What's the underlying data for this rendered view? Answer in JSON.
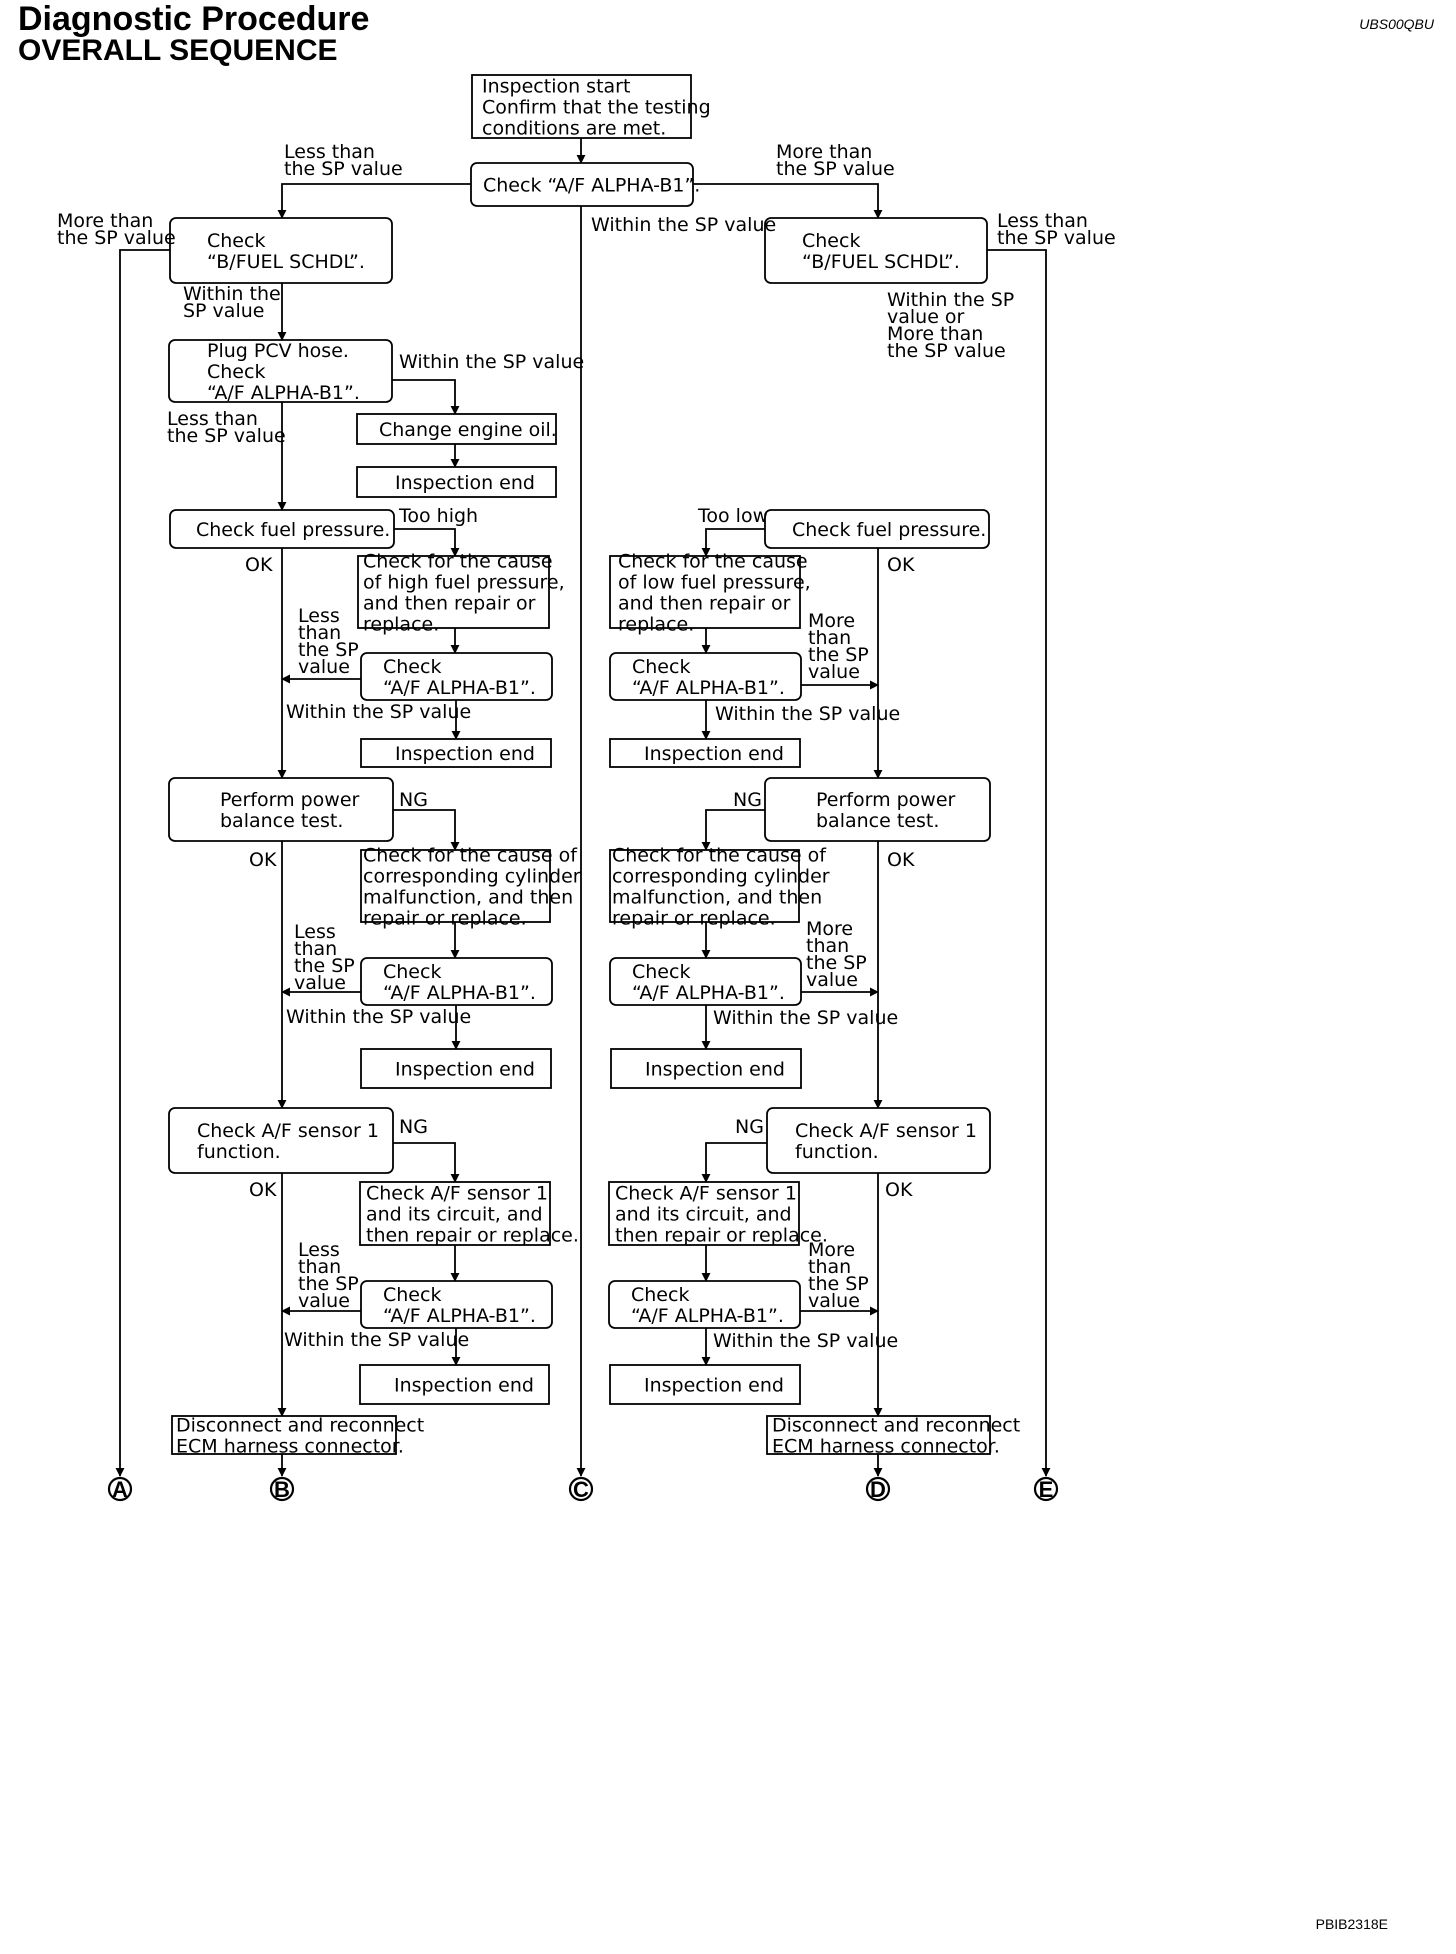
{
  "header": {
    "title": "Diagnostic Procedure",
    "subtitle": "OVERALL SEQUENCE",
    "doc_code": "UBS00QBU"
  },
  "footer": {
    "figure_code": "PBIB2318E"
  },
  "nodes": {
    "start": [
      "Inspection start",
      "Confirm that the testing",
      "conditions are met."
    ],
    "check_alpha_top": [
      "Check “A/F ALPHA-B1”."
    ],
    "l_bfuel": [
      "Check",
      "“B/FUEL SCHDL”."
    ],
    "r_bfuel": [
      "Check",
      "“B/FUEL SCHDL”."
    ],
    "l_pcv": [
      "Plug PCV hose.",
      "Check",
      "“A/F ALPHA-B1”."
    ],
    "change_oil": [
      "Change engine oil."
    ],
    "end_oil": [
      "Inspection end"
    ],
    "l_fuel_press": [
      "Check fuel pressure."
    ],
    "r_fuel_press": [
      "Check fuel pressure."
    ],
    "l_high_fp": [
      "Check for the cause",
      "of high fuel pressure,",
      "and then repair or",
      "replace."
    ],
    "r_low_fp": [
      "Check for the cause",
      "of low fuel pressure,",
      "and then repair or",
      "replace."
    ],
    "l_alpha_1": [
      "Check",
      "“A/F ALPHA-B1”."
    ],
    "r_alpha_1": [
      "Check",
      "“A/F ALPHA-B1”."
    ],
    "l_end_1": [
      "Inspection end"
    ],
    "r_end_1": [
      "Inspection end"
    ],
    "l_power": [
      "Perform power",
      "balance test."
    ],
    "r_power": [
      "Perform power",
      "balance test."
    ],
    "l_cyl": [
      "Check for the cause of",
      "corresponding cylinder",
      "malfunction, and then",
      "repair or replace."
    ],
    "r_cyl": [
      "Check for the cause of",
      "corresponding cylinder",
      "malfunction, and then",
      "repair or replace."
    ],
    "l_alpha_2": [
      "Check",
      "“A/F ALPHA-B1”."
    ],
    "r_alpha_2": [
      "Check",
      "“A/F ALPHA-B1”."
    ],
    "l_end_2": [
      "Inspection end"
    ],
    "r_end_2": [
      "Inspection end"
    ],
    "l_afs": [
      "Check A/F sensor 1",
      "function."
    ],
    "r_afs": [
      "Check A/F sensor 1",
      "function."
    ],
    "l_afs_circ": [
      "Check A/F sensor 1",
      "and its circuit, and",
      "then repair or replace."
    ],
    "r_afs_circ": [
      "Check A/F sensor 1",
      "and its circuit, and",
      "then repair or replace."
    ],
    "l_alpha_3": [
      "Check",
      "“A/F ALPHA-B1”."
    ],
    "r_alpha_3": [
      "Check",
      "“A/F ALPHA-B1”."
    ],
    "l_end_3": [
      "Inspection end"
    ],
    "r_end_3": [
      "Inspection end"
    ],
    "l_ecm": [
      "Disconnect and reconnect",
      "ECM harness connector."
    ],
    "r_ecm": [
      "Disconnect and reconnect",
      "ECM harness connector."
    ]
  },
  "edge_labels": {
    "top_less": [
      "Less than",
      "the SP value"
    ],
    "top_more": [
      "More than",
      "the SP value"
    ],
    "top_within": [
      "Within the SP value"
    ],
    "l_bfuel_more": [
      "More than",
      "the SP value"
    ],
    "l_bfuel_within": [
      "Within the",
      "SP value"
    ],
    "r_bfuel_less": [
      "Less than",
      "the SP value"
    ],
    "r_bfuel_within": [
      "Within the SP",
      "value or",
      "More than",
      "the SP value"
    ],
    "pcv_within": [
      "Within the SP value"
    ],
    "pcv_less": [
      "Less than",
      "the SP value"
    ],
    "l_fp_high": [
      "Too high"
    ],
    "l_fp_ok": [
      "OK"
    ],
    "r_fp_low": [
      "Too low"
    ],
    "r_fp_ok": [
      "OK"
    ],
    "l_a1_less": [
      "Less",
      "than",
      "the SP",
      "value"
    ],
    "l_a1_within": [
      "Within the SP value"
    ],
    "r_a1_more": [
      "More",
      "than",
      "the SP",
      "value"
    ],
    "r_a1_within": [
      "Within the SP value"
    ],
    "l_pw_ng": [
      "NG"
    ],
    "l_pw_ok": [
      "OK"
    ],
    "r_pw_ng": [
      "NG"
    ],
    "r_pw_ok": [
      "OK"
    ],
    "l_a2_less": [
      "Less",
      "than",
      "the SP",
      "value"
    ],
    "l_a2_within": [
      "Within the SP value"
    ],
    "r_a2_more": [
      "More",
      "than",
      "the SP",
      "value"
    ],
    "r_a2_within": [
      "Within the SP value"
    ],
    "l_afs_ng": [
      "NG"
    ],
    "l_afs_ok": [
      "OK"
    ],
    "r_afs_ng": [
      "NG"
    ],
    "r_afs_ok": [
      "OK"
    ],
    "l_a3_less": [
      "Less",
      "than",
      "the SP",
      "value"
    ],
    "l_a3_within": [
      "Within the SP value"
    ],
    "r_a3_more": [
      "More",
      "than",
      "the SP",
      "value"
    ],
    "r_a3_within": [
      "Within the SP value"
    ]
  },
  "connectors": {
    "A": "A",
    "B": "B",
    "C": "C",
    "D": "D",
    "E": "E"
  }
}
